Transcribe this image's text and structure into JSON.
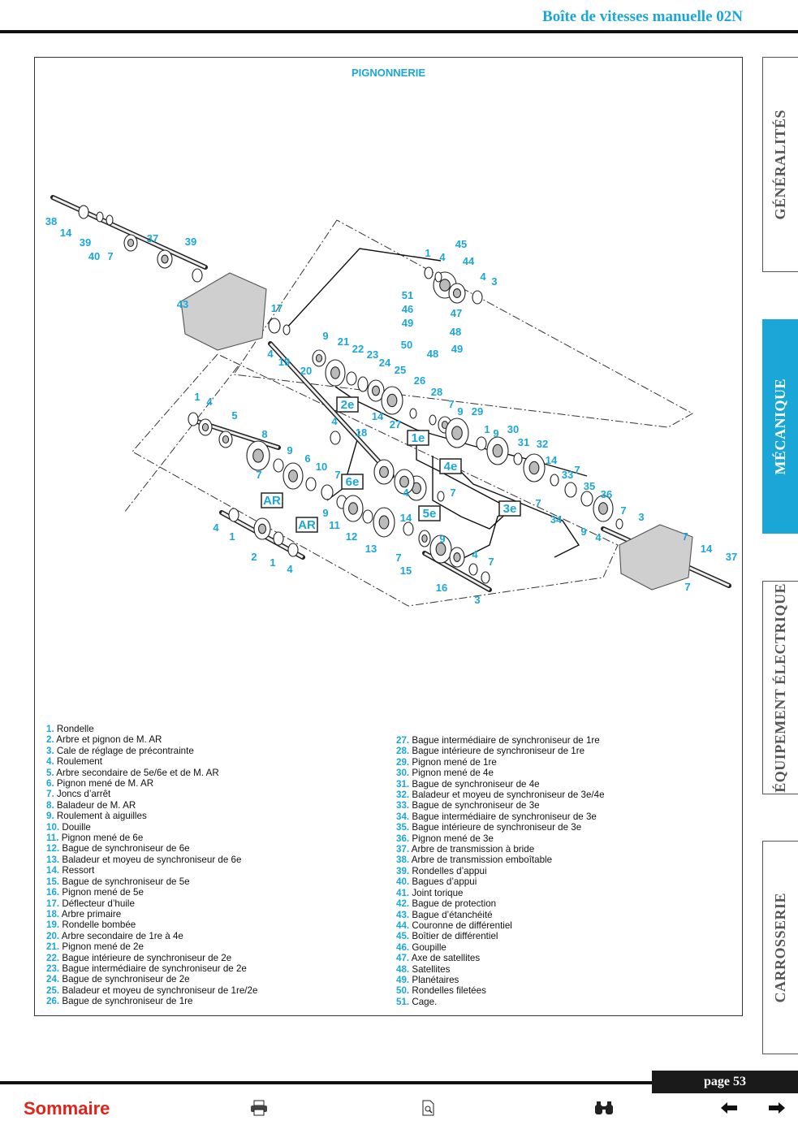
{
  "header": {
    "title": "Boîte de vitesses manuelle 02N"
  },
  "figure": {
    "title": "PIGNONNERIE",
    "callouts": [
      "1",
      "2",
      "3",
      "4",
      "5",
      "6",
      "7",
      "8",
      "9",
      "10",
      "11",
      "12",
      "13",
      "14",
      "15",
      "16",
      "17",
      "18",
      "19",
      "20",
      "21",
      "22",
      "23",
      "24",
      "25",
      "26",
      "27",
      "28",
      "29",
      "30",
      "31",
      "32",
      "33",
      "34",
      "35",
      "36",
      "37",
      "38",
      "39",
      "40",
      "43",
      "44",
      "45",
      "46",
      "47",
      "48",
      "49",
      "50",
      "51"
    ],
    "gear_labels": [
      "1e",
      "2e",
      "3e",
      "4e",
      "5e",
      "6e",
      "AR",
      "AR"
    ]
  },
  "legend_left": [
    {
      "n": "1.",
      "t": "Rondelle"
    },
    {
      "n": "2.",
      "t": "Arbre et pignon de M. AR"
    },
    {
      "n": "3.",
      "t": "Cale de réglage de précontrainte"
    },
    {
      "n": "4.",
      "t": "Roulement"
    },
    {
      "n": "5.",
      "t": "Arbre secondaire de 5e/6e et de M. AR"
    },
    {
      "n": "6.",
      "t": "Pignon mené de M. AR"
    },
    {
      "n": "7.",
      "t": "Joncs d’arrêt"
    },
    {
      "n": "8.",
      "t": "Baladeur de M. AR"
    },
    {
      "n": "9.",
      "t": "Roulement à aiguilles"
    },
    {
      "n": "10.",
      "t": "Douille"
    },
    {
      "n": "11.",
      "t": "Pignon mené de 6e"
    },
    {
      "n": "12.",
      "t": "Bague de synchroniseur de 6e"
    },
    {
      "n": "13.",
      "t": "Baladeur et moyeu de synchroniseur de 6e"
    },
    {
      "n": "14.",
      "t": "Ressort"
    },
    {
      "n": "15.",
      "t": "Bague de synchroniseur de 5e"
    },
    {
      "n": "16.",
      "t": "Pignon mené de 5e"
    },
    {
      "n": "17.",
      "t": "Déflecteur d’huile"
    },
    {
      "n": "18.",
      "t": "Arbre primaire"
    },
    {
      "n": "19.",
      "t": "Rondelle bombée"
    },
    {
      "n": "20.",
      "t": "Arbre secondaire de 1re à 4e"
    },
    {
      "n": "21.",
      "t": "Pignon mené de 2e"
    },
    {
      "n": "22.",
      "t": "Bague intérieure de synchroniseur de 2e"
    },
    {
      "n": "23.",
      "t": "Bague intermédiaire de synchroniseur de 2e"
    },
    {
      "n": "24.",
      "t": "Bague de synchroniseur de 2e"
    },
    {
      "n": "25.",
      "t": "Baladeur et moyeu de synchroniseur de 1re/2e"
    },
    {
      "n": "26.",
      "t": "Bague de synchroniseur de 1re"
    }
  ],
  "legend_right": [
    {
      "n": "27.",
      "t": "Bague intermédiaire de synchroniseur de 1re"
    },
    {
      "n": "28.",
      "t": "Bague intérieure de synchroniseur de 1re"
    },
    {
      "n": "29.",
      "t": "Pignon mené de 1re"
    },
    {
      "n": "30.",
      "t": "Pignon mené de 4e"
    },
    {
      "n": "31.",
      "t": "Bague de synchroniseur de 4e"
    },
    {
      "n": "32.",
      "t": "Baladeur et moyeu de synchroniseur de 3e/4e"
    },
    {
      "n": "33.",
      "t": "Bague de synchroniseur de 3e"
    },
    {
      "n": "34.",
      "t": "Bague intermédiaire de synchroniseur de 3e"
    },
    {
      "n": "35.",
      "t": "Bague intérieure de synchroniseur de 3e"
    },
    {
      "n": "36.",
      "t": "Pignon mené de 3e"
    },
    {
      "n": "37.",
      "t": "Arbre de transmission à bride"
    },
    {
      "n": "38.",
      "t": "Arbre de transmission emboîtable"
    },
    {
      "n": "39.",
      "t": "Rondelles d’appui"
    },
    {
      "n": "40.",
      "t": "Bagues d’appui"
    },
    {
      "n": "41.",
      "t": "Joint torique"
    },
    {
      "n": "42.",
      "t": "Bague de protection"
    },
    {
      "n": "43.",
      "t": "Bague d’étanchéité"
    },
    {
      "n": "44.",
      "t": "Couronne de différentiel"
    },
    {
      "n": "45.",
      "t": "Boîtier de différentiel"
    },
    {
      "n": "46.",
      "t": "Goupille"
    },
    {
      "n": "47.",
      "t": "Axe de satellites"
    },
    {
      "n": "48.",
      "t": "Satellites"
    },
    {
      "n": "49.",
      "t": "Planétaires"
    },
    {
      "n": "50.",
      "t": "Rondelles filetées"
    },
    {
      "n": "51.",
      "t": "Cage."
    }
  ],
  "tabs": [
    "GÉNÉRALITÉS",
    "MÉCANIQUE",
    "ÉQUIPEMENT ÉLECTRIQUE",
    "CARROSSERIE"
  ],
  "active_tab": "MÉCANIQUE",
  "footer": {
    "page": "page 53",
    "sommaire": "Sommaire"
  },
  "colors": {
    "accent": "#1aa7d8",
    "sommaire": "#e0231b"
  },
  "footer_icons": [
    "print-icon",
    "document-search-icon",
    "binoculars-icon",
    "arrow-left-icon",
    "arrow-right-icon"
  ]
}
